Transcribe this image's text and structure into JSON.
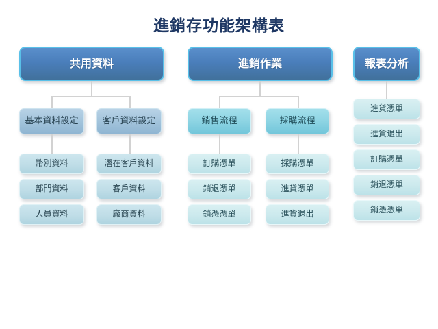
{
  "title": "進銷存功能架構表",
  "theme": {
    "title_color": "#1f3864",
    "level1_fill": "#4a7ebb",
    "level1_border": "#59c0e8",
    "level2_left_fill": "#a3c4dc",
    "level2_mid_fill": "#8dd4e3",
    "leaf_left_fill": "#bfdde7",
    "leaf_mid_fill": "#cbe9ed",
    "connector_color": "#d2d2d2",
    "background": "#ffffff"
  },
  "columns": [
    {
      "id": "shared-data",
      "header": "共用資料",
      "groups": [
        {
          "id": "basic-data-setup",
          "label": "基本資料設定",
          "items": [
            "幣別資料",
            "部門資料",
            "人員資料"
          ]
        },
        {
          "id": "customer-data-setup",
          "label": "客戶資料設定",
          "items": [
            "潛在客戶資料",
            "客戶資料",
            "廠商資料"
          ]
        }
      ]
    },
    {
      "id": "purchase-sales-operations",
      "header": "進銷作業",
      "groups": [
        {
          "id": "sales-flow",
          "label": "銷售流程",
          "items": [
            "訂購憑單",
            "銷退憑單",
            "銷憑憑單"
          ]
        },
        {
          "id": "purchase-flow",
          "label": "採購流程",
          "items": [
            "採購憑單",
            "進貨憑單",
            "進貨退出"
          ]
        }
      ]
    },
    {
      "id": "report-analysis",
      "header": "報表分析",
      "groups": [
        {
          "id": "report-list",
          "label": "",
          "items": [
            "進貨憑單",
            "進貨退出",
            "訂購憑單",
            "銷退憑單",
            "銷憑憑單"
          ]
        }
      ]
    }
  ]
}
